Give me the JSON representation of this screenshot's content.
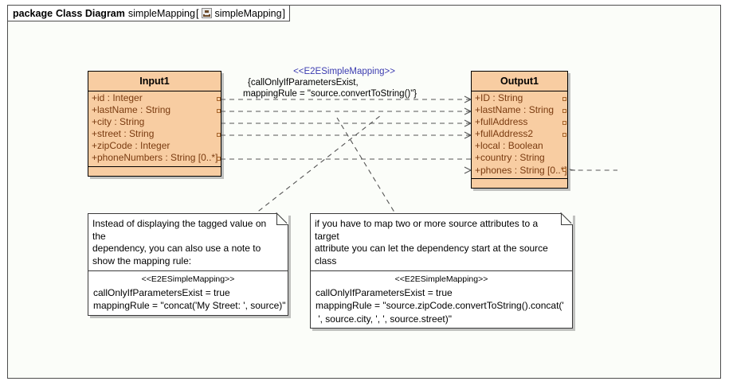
{
  "package": {
    "keyword": "package",
    "type": "Class Diagram",
    "name": "simpleMapping",
    "bracket_open": "[",
    "icon": "class-diagram-icon",
    "inner_name": "simpleMapping",
    "bracket_close": "]"
  },
  "colors": {
    "class_fill": "#f8cda2",
    "class_border": "#000000",
    "attribute_text": "#7a3b10",
    "stereotype_blue": "#3b3bb0",
    "canvas": "#fbfdf9",
    "frame_border": "#4d4d4d",
    "note_border": "#3a3a3a"
  },
  "classes": [
    {
      "id": "input1",
      "name": "Input1",
      "attributes": [
        "+id : Integer",
        "+lastName : String",
        "+city : String",
        "+street : String",
        "+zipCode : Integer",
        "+phoneNumbers : String [0..*]"
      ],
      "operations": []
    },
    {
      "id": "output1",
      "name": "Output1",
      "attributes": [
        "+ID : String",
        "+lastName : String",
        "+fullAddress",
        "+fullAddress2",
        "+local : Boolean",
        "+country : String",
        "+phones : String [0..*]"
      ],
      "operations": []
    }
  ],
  "dependency_label": {
    "stereotype": "<<E2ESimpleMapping>>",
    "line1": "{callOnlyIfParametersExist,",
    "line2": "mappingRule = \"source.convertToString()\"}"
  },
  "notes": [
    {
      "id": "note-left",
      "text_lines": [
        "Instead of displaying the tagged value on the",
        "dependency, you can also use a note to",
        "show the mapping rule:"
      ],
      "stereotype": "<<E2ESimpleMapping>>",
      "rule_lines": [
        "callOnlyIfParametersExist = true",
        "mappingRule = \"concat('My Street: ', source)\""
      ]
    },
    {
      "id": "note-right",
      "text_lines": [
        "if you have to map two or more source attributes to a target",
        "attribute you can let the dependency start at the source",
        "class"
      ],
      "stereotype": "<<E2ESimpleMapping>>",
      "rule_lines": [
        "callOnlyIfParametersExist = true",
        "mappingRule = \"source.zipCode.convertToString().concat('",
        " ', source.city, ', ', source.street)\""
      ]
    }
  ]
}
